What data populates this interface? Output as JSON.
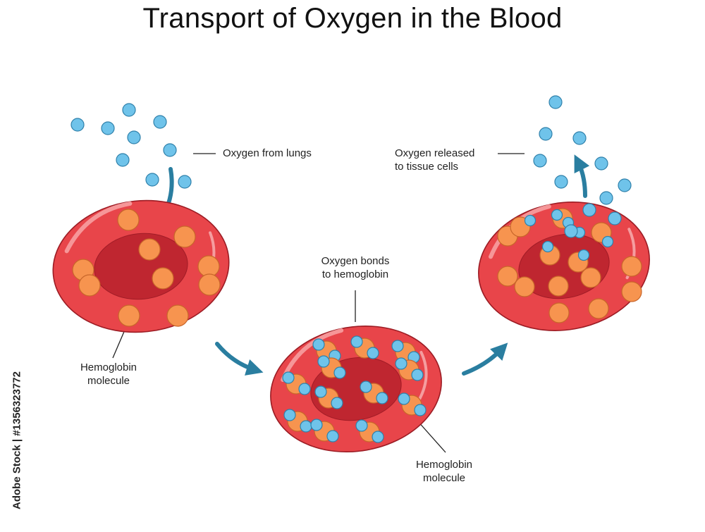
{
  "title": "Transport of Oxygen in the Blood",
  "labels": {
    "oxygen_from_lungs": "Oxygen from lungs",
    "oxygen_released_line1": "Oxygen released",
    "oxygen_released_line2": "to tissue cells",
    "oxygen_bonds_line1": "Oxygen bonds",
    "oxygen_bonds_line2": "to hemoglobin",
    "hemoglobin_left_line1": "Hemoglobin",
    "hemoglobin_left_line2": "molecule",
    "hemoglobin_right_line1": "Hemoglobin",
    "hemoglobin_right_line2": "molecule"
  },
  "watermark_id": "Adobe Stock | #1356323772",
  "colors": {
    "cell_fill": "#e8454a",
    "cell_outline": "#9c1c24",
    "cell_center": "#bf2630",
    "hemoglobin": "#f7944f",
    "hemoglobin_outline": "#c8662a",
    "oxygen": "#6fc3ea",
    "oxygen_outline": "#2f80aa",
    "arrow": "#2a7ea0",
    "leader_line": "#222222"
  },
  "icons": [
    "oxygen-molecule-icon",
    "hemoglobin-molecule-icon",
    "red-blood-cell-icon",
    "flow-arrow-icon"
  ]
}
